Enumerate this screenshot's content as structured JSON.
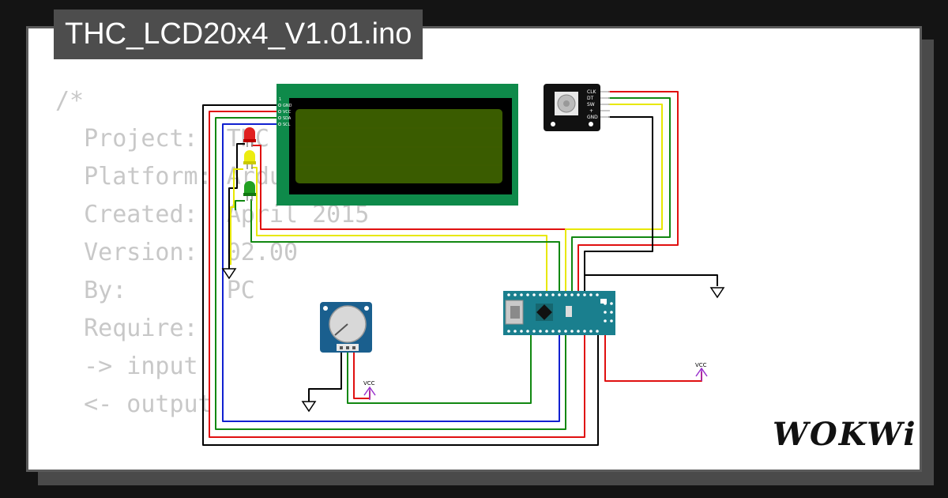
{
  "file_title": "THC_LCD20x4_V1.01.ino",
  "code_lines": [
    "/*",
    "  Project:  THC controller",
    "  Platform: Arduino",
    "  Created:  April 2015",
    "  Version:  02.00",
    "  By:       PC",
    "  Require:",
    "  -> input",
    "  <- output",
    "",
    "          ..."
  ],
  "lcd_pins": [
    "1",
    "GND",
    "VCC",
    "SDA",
    "SCL"
  ],
  "encoder_pins": [
    "CLK",
    "DT",
    "SW",
    "+",
    "GND"
  ],
  "vcc_label": "VCC",
  "logo_text": "WOKWi",
  "colors": {
    "red": "#e01010",
    "green": "#118811",
    "yellow": "#e8e800",
    "blue": "#1020d0",
    "black": "#000000",
    "lcd_board": "#0e8a4a",
    "lcd_screen": "#3a5c00",
    "arduino": "#1a7f8e",
    "vcc_purple": "#9a33cc"
  }
}
